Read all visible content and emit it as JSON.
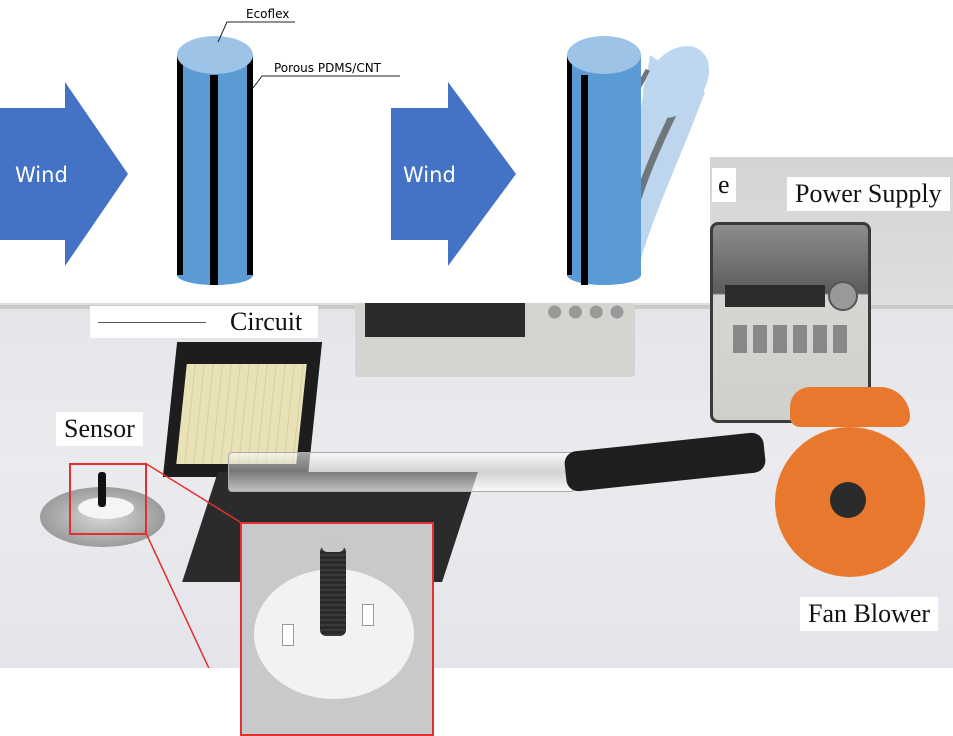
{
  "diagram": {
    "left_arrow_label": "Wind",
    "right_arrow_label": "Wind",
    "callout_top": "Ecoflex",
    "callout_side": "Porous PDMS/CNT"
  },
  "photo": {
    "labels": {
      "oscilloscope_partial": "e",
      "power_supply": "Power Supply",
      "circuit": "Circuit",
      "sensor": "Sensor",
      "fan_blower": "Fan Blower"
    }
  },
  "colors": {
    "arrow_blue": "#4472c4",
    "cylinder_blue": "#5b9bd5",
    "cylinder_top": "#9dc3e6",
    "stripe": "#000000",
    "callout_red": "#e23030",
    "blower_orange": "#e9782f"
  }
}
